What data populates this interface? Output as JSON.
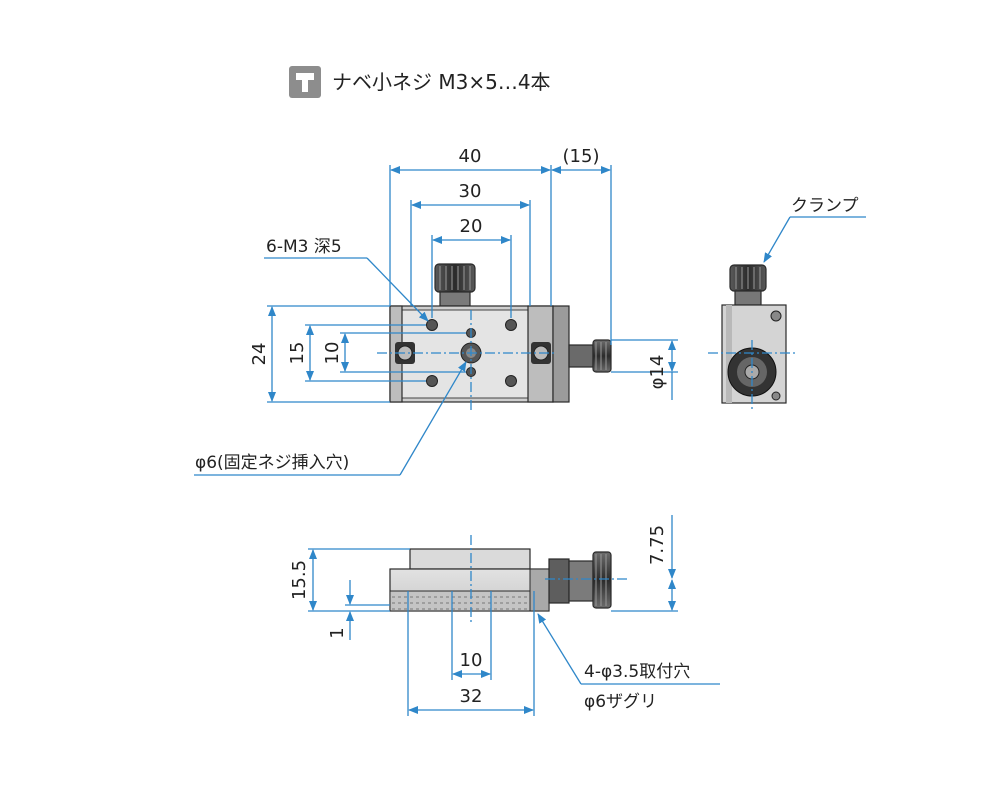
{
  "header": {
    "icon": "screw-tool-icon",
    "text": "ナベ小ネジ M3×5…4本"
  },
  "top_view": {
    "dims": {
      "w40": "40",
      "w30": "30",
      "w20": "20",
      "w15": "(15)",
      "h24": "24",
      "h15": "15",
      "h10": "10",
      "d14": "φ14"
    },
    "labels": {
      "tapped_holes": "6-M3 深5",
      "center_hole": "φ6(固定ネジ挿入穴)"
    }
  },
  "side_view": {
    "labels": {
      "clamp": "クランプ"
    }
  },
  "front_view": {
    "dims": {
      "h15_5": "15.5",
      "h1": "1",
      "h7_75": "7.75",
      "w10": "10",
      "w32": "32"
    },
    "labels": {
      "mount_holes": "4-φ3.5取付穴",
      "counterbore": "φ6ザグリ"
    }
  },
  "colors": {
    "dimension_line": "#2f87c9",
    "part_dark": "#3a3a3a",
    "part_mid": "#8a8a8a",
    "part_light": "#d7d7d7",
    "icon_bg": "#8d8d8d"
  }
}
